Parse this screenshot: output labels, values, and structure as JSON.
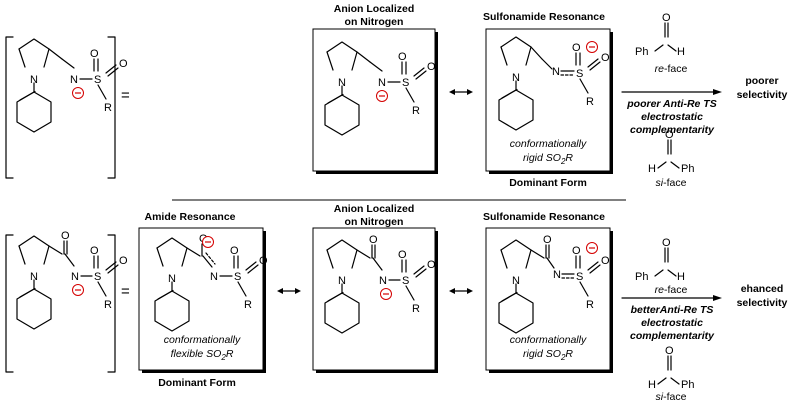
{
  "headers": {
    "anion_on_nitrogen": "Anion Localized\non Nitrogen",
    "sulfonamide_resonance": "Sulfonamide Resonance",
    "amide_resonance": "Amide Resonance",
    "dominant_form": "Dominant Form"
  },
  "captions": {
    "rigid": "conformationally\nrigid SO2R",
    "flexible": "conformationally\nflexible SO2R"
  },
  "reaction_top": {
    "face_top": "re-face",
    "condition": "poorer Anti-Re TS\nelectrostatic\ncomplementarity",
    "face_bottom": "si-face",
    "result": "poorer\nselectivity"
  },
  "reaction_bottom": {
    "face_top": "re-face",
    "condition": "betterAnti-Re TS\nelectrostatic\ncomplementarity",
    "face_bottom": "si-face",
    "result": "ehanced\nselectivity"
  },
  "symbols": {
    "equals": "=",
    "phenyl": "Ph",
    "hydrogen": "H",
    "oxygen": "O",
    "nitrogen": "N",
    "sulfur": "S",
    "r_group": "R"
  },
  "palette": {
    "negative_charge": "#d40000",
    "ink": "#000000"
  }
}
